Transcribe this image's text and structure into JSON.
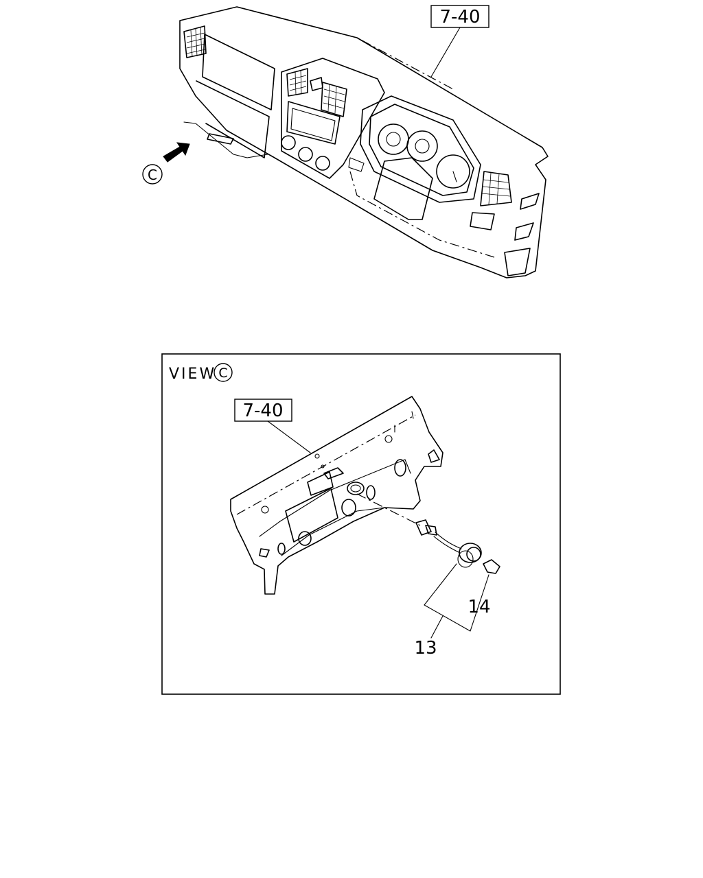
{
  "diagram": {
    "top_view": {
      "ref_label": "7-40",
      "view_marker": "C"
    },
    "detail_view": {
      "title": "VIEW",
      "view_marker": "C",
      "ref_label": "7-40",
      "part_labels": {
        "socket": "13",
        "bulb": "14"
      }
    }
  }
}
